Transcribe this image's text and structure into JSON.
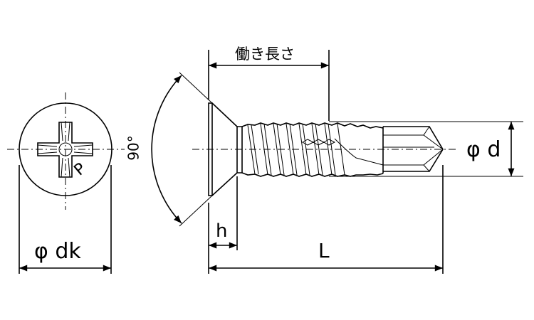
{
  "labels": {
    "effective_length": "働き長さ",
    "angle": "90°",
    "head_height": "h",
    "length": "L",
    "diameter": "φ d",
    "head_diameter": "φ dk",
    "drive_mark": "P"
  }
}
